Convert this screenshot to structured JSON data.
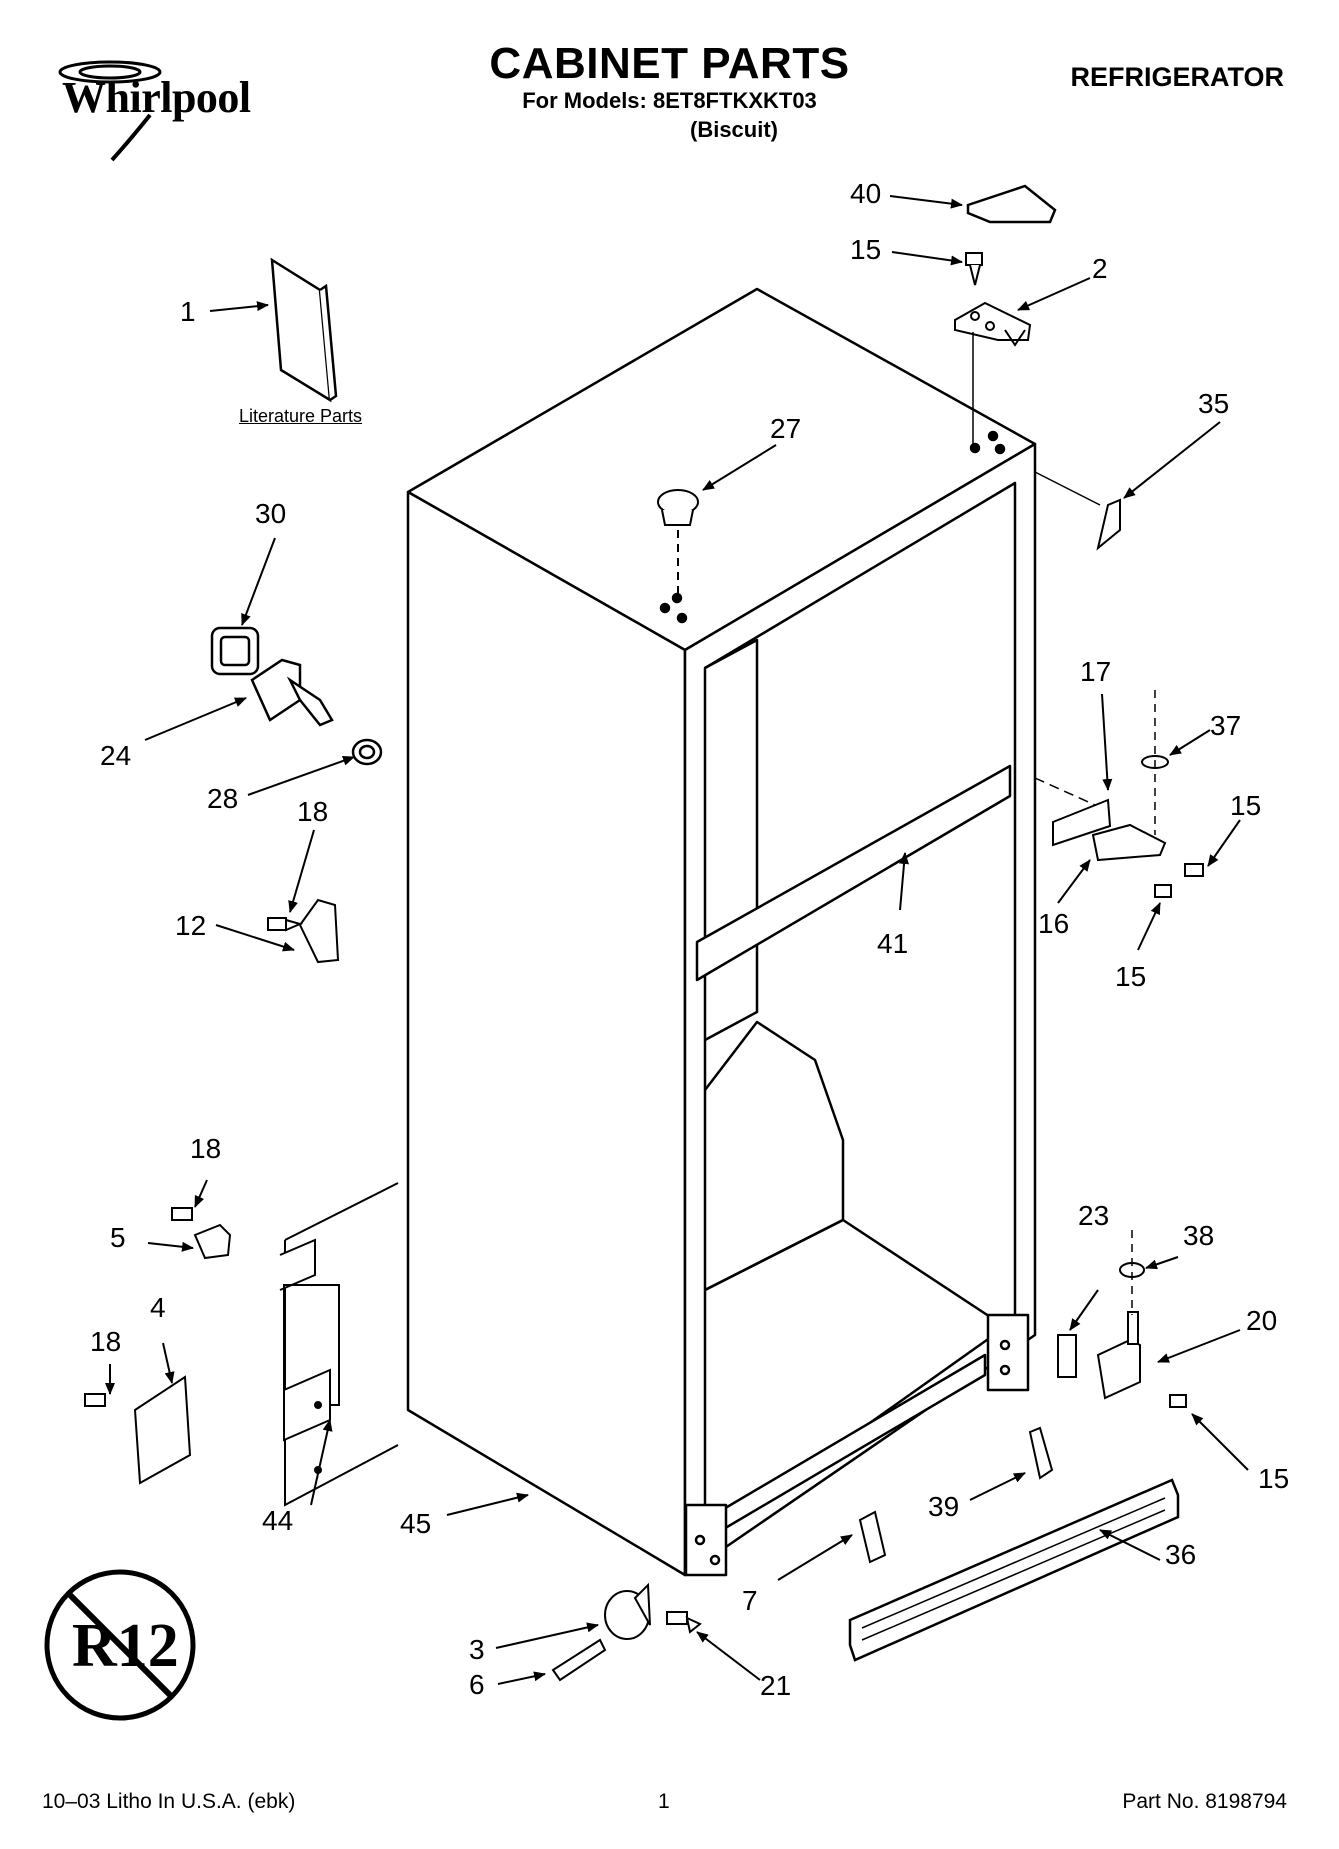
{
  "header": {
    "brand": "Whirlpool",
    "title": "CABINET PARTS",
    "models_line": "For Models: 8ET8FTKXKT03",
    "color_line": "(Biscuit)",
    "product": "REFRIGERATOR"
  },
  "literature_label": "Literature Parts",
  "badge": "R12",
  "callouts": [
    {
      "id": "c40",
      "text": "40"
    },
    {
      "id": "c15a",
      "text": "15"
    },
    {
      "id": "c2",
      "text": "2"
    },
    {
      "id": "c1",
      "text": "1"
    },
    {
      "id": "c35",
      "text": "35"
    },
    {
      "id": "c27",
      "text": "27"
    },
    {
      "id": "c30",
      "text": "30"
    },
    {
      "id": "c24",
      "text": "24"
    },
    {
      "id": "c28",
      "text": "28"
    },
    {
      "id": "c18a",
      "text": "18"
    },
    {
      "id": "c12",
      "text": "12"
    },
    {
      "id": "c17",
      "text": "17"
    },
    {
      "id": "c37",
      "text": "37"
    },
    {
      "id": "c15b",
      "text": "15"
    },
    {
      "id": "c16",
      "text": "16"
    },
    {
      "id": "c15c",
      "text": "15"
    },
    {
      "id": "c41",
      "text": "41"
    },
    {
      "id": "c18b",
      "text": "18"
    },
    {
      "id": "c5",
      "text": "5"
    },
    {
      "id": "c4",
      "text": "4"
    },
    {
      "id": "c18c",
      "text": "18"
    },
    {
      "id": "c23",
      "text": "23"
    },
    {
      "id": "c38",
      "text": "38"
    },
    {
      "id": "c20",
      "text": "20"
    },
    {
      "id": "c15d",
      "text": "15"
    },
    {
      "id": "c39",
      "text": "39"
    },
    {
      "id": "c36",
      "text": "36"
    },
    {
      "id": "c44",
      "text": "44"
    },
    {
      "id": "c45",
      "text": "45"
    },
    {
      "id": "c7",
      "text": "7"
    },
    {
      "id": "c3",
      "text": "3"
    },
    {
      "id": "c6",
      "text": "6"
    },
    {
      "id": "c21",
      "text": "21"
    }
  ],
  "footer": {
    "left": "10–03 Litho In U.S.A. (ebk)",
    "page": "1",
    "part_no": "Part No. 8198794"
  }
}
